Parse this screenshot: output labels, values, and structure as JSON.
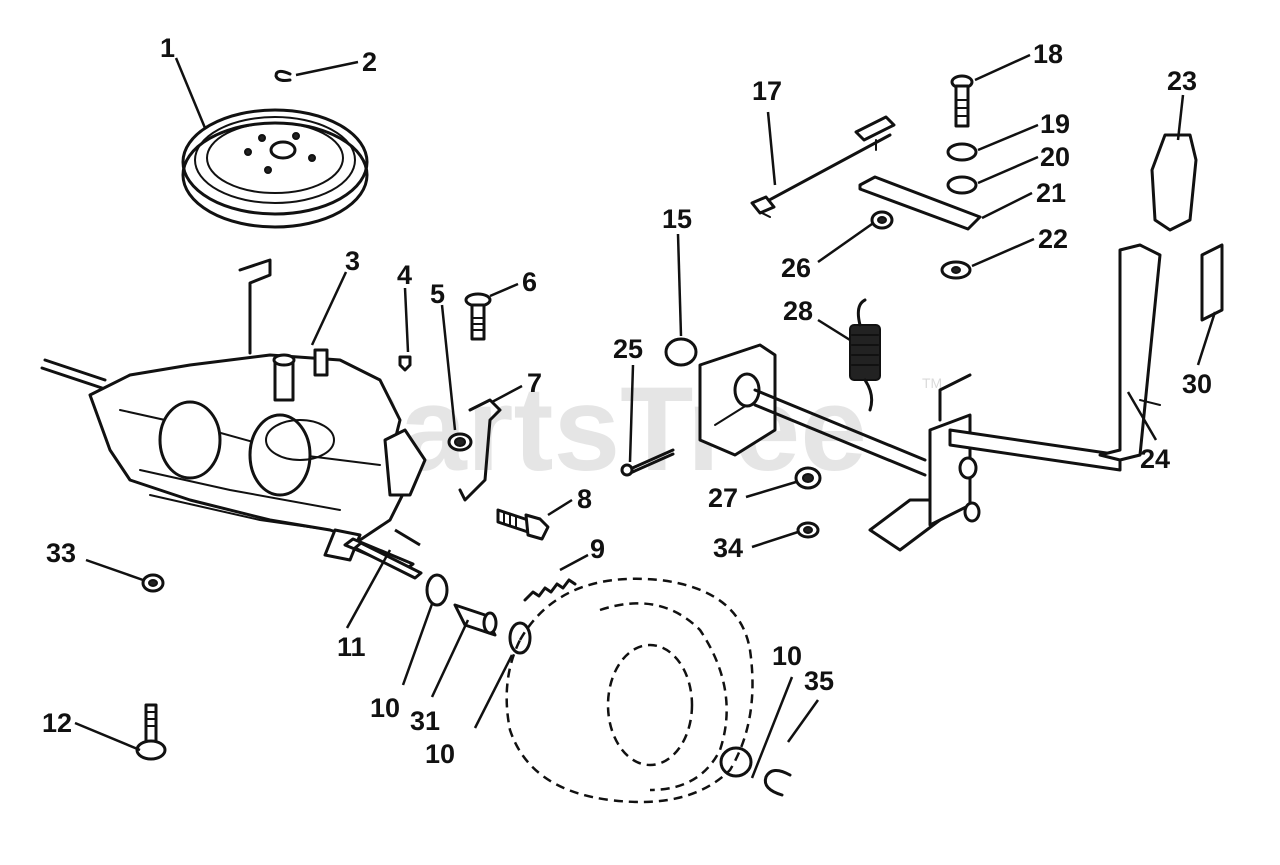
{
  "watermark": {
    "text": "PartsTree",
    "mark": "TM"
  },
  "callouts": [
    "1",
    "2",
    "3",
    "4",
    "5",
    "6",
    "7",
    "8",
    "9",
    "10",
    "11",
    "12",
    "15",
    "17",
    "18",
    "19",
    "20",
    "21",
    "22",
    "23",
    "24",
    "25",
    "26",
    "27",
    "28",
    "30",
    "31",
    "33",
    "34",
    "35"
  ],
  "labels": [
    {
      "id": "l1",
      "text": "1"
    },
    {
      "id": "l2",
      "text": "2"
    },
    {
      "id": "l3",
      "text": "3"
    },
    {
      "id": "l4",
      "text": "4"
    },
    {
      "id": "l5",
      "text": "5"
    },
    {
      "id": "l6",
      "text": "6"
    },
    {
      "id": "l7",
      "text": "7"
    },
    {
      "id": "l8",
      "text": "8"
    },
    {
      "id": "l9",
      "text": "9"
    },
    {
      "id": "l10a",
      "text": "10"
    },
    {
      "id": "l10b",
      "text": "10"
    },
    {
      "id": "l10c",
      "text": "10"
    },
    {
      "id": "l11",
      "text": "11"
    },
    {
      "id": "l12",
      "text": "12"
    },
    {
      "id": "l15",
      "text": "15"
    },
    {
      "id": "l17",
      "text": "17"
    },
    {
      "id": "l18",
      "text": "18"
    },
    {
      "id": "l19",
      "text": "19"
    },
    {
      "id": "l20",
      "text": "20"
    },
    {
      "id": "l21",
      "text": "21"
    },
    {
      "id": "l22",
      "text": "22"
    },
    {
      "id": "l23",
      "text": "23"
    },
    {
      "id": "l24",
      "text": "24"
    },
    {
      "id": "l25",
      "text": "25"
    },
    {
      "id": "l26",
      "text": "26"
    },
    {
      "id": "l27",
      "text": "27"
    },
    {
      "id": "l28",
      "text": "28"
    },
    {
      "id": "l30",
      "text": "30"
    },
    {
      "id": "l31",
      "text": "31"
    },
    {
      "id": "l33",
      "text": "33"
    },
    {
      "id": "l34",
      "text": "34"
    },
    {
      "id": "l35",
      "text": "35"
    }
  ]
}
